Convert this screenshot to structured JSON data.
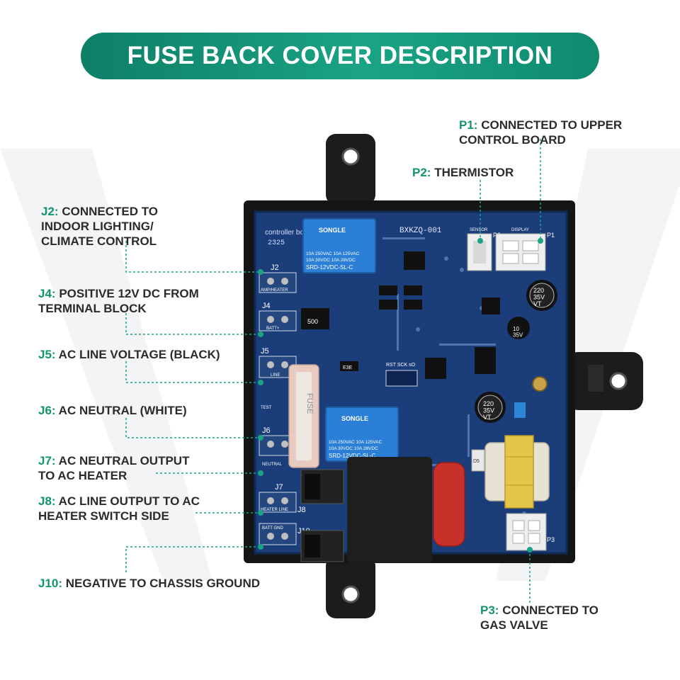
{
  "title": "FUSE BACK COVER DESCRIPTION",
  "colors": {
    "accent": "#12946f",
    "banner": "#1aa384",
    "board": "#1b3d7a",
    "housing": "#1a1a1a",
    "relay": "#2b7fd6",
    "capacitor": "#c8302a",
    "transformer_coil": "#e3c64a"
  },
  "labels": {
    "j2": {
      "code": "J2:",
      "desc": "CONNECTED TO\nINDOOR LIGHTING/\nCLIMATE CONTROL"
    },
    "j4": {
      "code": "J4:",
      "desc": "POSITIVE 12V DC FROM\nTERMINAL BLOCK"
    },
    "j5": {
      "code": "J5:",
      "desc": "AC LINE VOLTAGE (BLACK)"
    },
    "j6": {
      "code": "J6:",
      "desc": "AC NEUTRAL (WHITE)"
    },
    "j7": {
      "code": "J7:",
      "desc": "AC NEUTRAL OUTPUT\nTO AC HEATER"
    },
    "j8": {
      "code": "J8:",
      "desc": "AC LINE OUTPUT TO AC\nHEATER SWITCH SIDE"
    },
    "j10": {
      "code": "J10:",
      "desc": "NEGATIVE TO CHASSIS GROUND"
    },
    "p1": {
      "code": "P1:",
      "desc": "CONNECTED TO UPPER\nCONTROL BOARD"
    },
    "p2": {
      "code": "P2:",
      "desc": "THERMISTOR"
    },
    "p3": {
      "code": "P3:",
      "desc": "CONNECTED TO\nGAS VALVE"
    }
  },
  "board_text": {
    "controller": "controller bo",
    "batch": "2325",
    "model": "BXKZQ-001",
    "sensor": "SENSOR",
    "display": "DISPLAY",
    "relay_brand": "SONGLE",
    "relay_line1": "10A 250VAC  10A 125VAC",
    "relay_line2": "10A  30VDC  10A  28VDC",
    "relay_model": "SRD-12VDC-SL-C",
    "j2": "J2",
    "amp_heater": "AMP/HEATER",
    "j4": "J4",
    "batt_pos": "BATT+",
    "j5": "J5",
    "line": "LINE",
    "test": "TEST",
    "j6": "J6",
    "neutral": "NEUTRAL",
    "j7": "J7",
    "heater_line": "HEATER LINE",
    "j8": "J8",
    "batt_gnd": "BATT GND",
    "j10": "J10",
    "p2": "P2",
    "p1": "P1",
    "p3": "P3",
    "fuse": "FUSE",
    "cap_small": "220\n35V\nVT",
    "cap_mid": "10\n35V",
    "cap_large": "220\n35V\nVT",
    "resistor_500": "500",
    "rst": "RST  SCK  sO",
    "e3e": "E3E",
    "d5": "D5"
  }
}
